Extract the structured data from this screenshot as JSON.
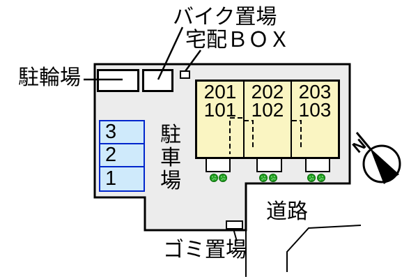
{
  "labels": {
    "bicycle_parking": "駐輪場",
    "bike_parking": "バイク置場",
    "delivery_box": "宅配ＢＯＸ",
    "parking_lot": "駐車場",
    "road": "道路",
    "garbage_area": "ゴミ置場",
    "compass_north": "N"
  },
  "building": {
    "units": [
      {
        "upper": "201",
        "lower": "101"
      },
      {
        "upper": "202",
        "lower": "102"
      },
      {
        "upper": "203",
        "lower": "103"
      }
    ]
  },
  "parking": {
    "spaces": [
      {
        "number": "3"
      },
      {
        "number": "2"
      },
      {
        "number": "1"
      }
    ]
  },
  "colors": {
    "site_fill": "#ECECEC",
    "building_fill": "#FAF5C2",
    "parking_space_fill": "#CFEAFB",
    "parking_space_border": "#0026CC",
    "bush_green": "#1E9E1E",
    "outline": "#000000"
  }
}
